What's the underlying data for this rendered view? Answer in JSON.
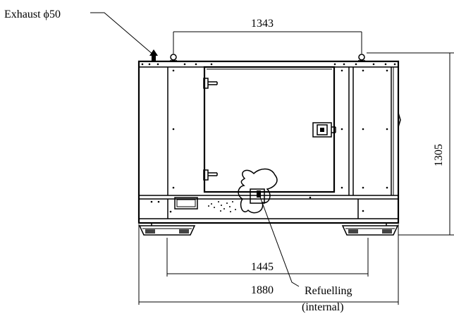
{
  "labels": {
    "exhaust": "Exhaust ϕ50",
    "refuelling_line1": "Refuelling",
    "refuelling_line2": "(internal)"
  },
  "dimensions": {
    "lifting_eye_spacing": "1343",
    "height": "1305",
    "base_width": "1445",
    "overall_width": "1880"
  }
}
